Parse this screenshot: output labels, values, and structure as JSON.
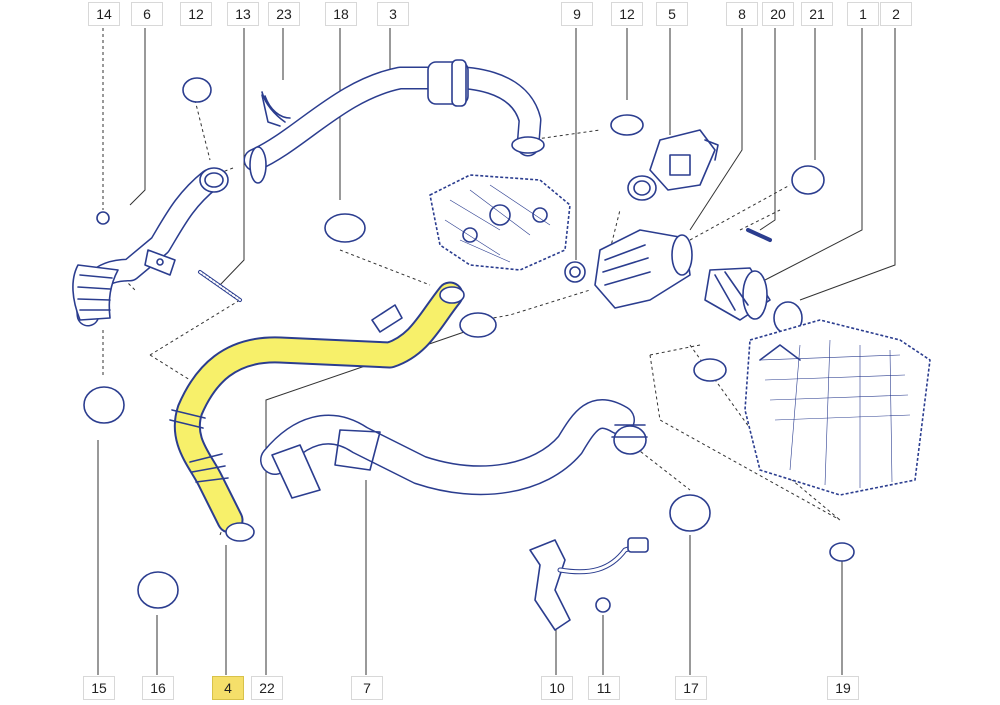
{
  "diagram": {
    "top_labels": [
      "14",
      "6",
      "12",
      "13",
      "23",
      "18",
      "3",
      "9",
      "12",
      "5",
      "8",
      "20",
      "21",
      "1",
      "2"
    ],
    "bottom_labels": [
      "15",
      "16",
      "4",
      "22",
      "7",
      "10",
      "11",
      "17",
      "19"
    ],
    "highlighted_part": "4",
    "colors": {
      "line": "#2b3d8f",
      "highlight": "#f7f06a",
      "label_highlight": "#f5df6a"
    }
  }
}
